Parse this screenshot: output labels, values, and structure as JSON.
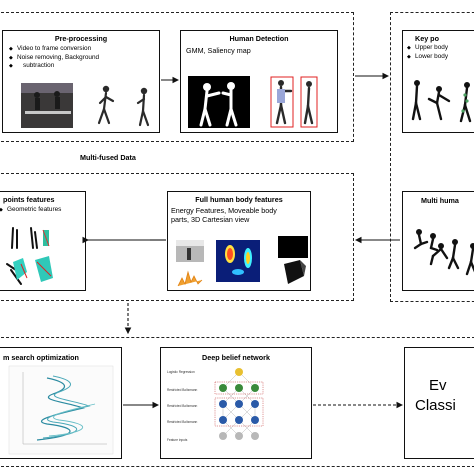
{
  "preprocessing": {
    "title": "Pre-processing",
    "bullets": [
      "Video to frame conversion",
      "Noise removing, Background",
      "subtraction"
    ]
  },
  "human_detection": {
    "title": "Human Detection",
    "subtitle": "GMM, Saliency map"
  },
  "key_points": {
    "title": "Key po",
    "bullets": [
      "Upper body",
      "Lower body"
    ]
  },
  "multi_fused_label": "Multi-fused Data",
  "keypoint_features": {
    "title": "points features",
    "subtitle": "Geometric features"
  },
  "full_body": {
    "title": "Full human body features",
    "line1": "Energy Features, Moveable body",
    "line2": "parts, 3D Cartesian view"
  },
  "multi_human": {
    "title": "Multi huma"
  },
  "optimization": {
    "title": "m search optimization"
  },
  "dbn": {
    "title": "Deep belief network",
    "layers": [
      "Logistic Regression",
      "Restricted Boltzmann",
      "Restricted Boltzmann",
      "Restricted Boltzmann",
      "Feature inputs"
    ]
  },
  "evaluation": {
    "line1": "Ev",
    "line2": "Classi"
  }
}
